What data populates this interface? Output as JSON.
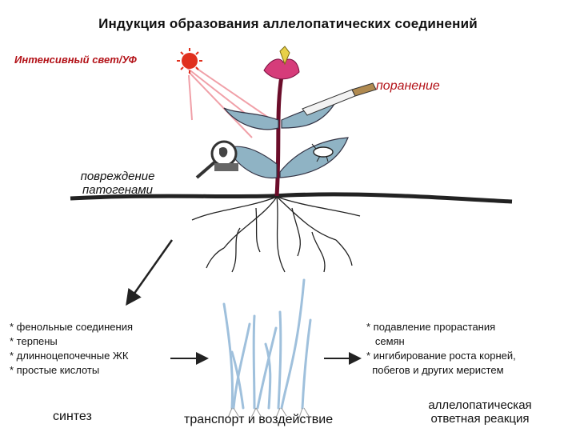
{
  "title": "Индукция образования аллелопатических соединений",
  "labels": {
    "light": "Интенсивный свет/УФ",
    "wound": "поранение",
    "pathogen_line1": "повреждение",
    "pathogen_line2": "патогенами",
    "synthesis": "синтез",
    "transport": "транспорт и воздействие",
    "response_line1": "аллелопатическая",
    "response_line2": "ответная реакция"
  },
  "compounds": [
    "* фенольные  соединения",
    "* терпены",
    "* длинноцепочечные ЖК",
    "* простые кислоты"
  ],
  "effects": [
    "* подавление прорастания",
    "   семян",
    "* ингибирование роста корней,",
    "  побегов и других меристем"
  ],
  "colors": {
    "sun": "#e0301e",
    "light_rays": "#f0a0a8",
    "stem": "#6b0d2a",
    "flower": "#d63c7a",
    "leaf": "#8fb3c4",
    "soil": "#222222",
    "seedling": "#9fc0dc",
    "label_red": "#b31218"
  },
  "icons": [
    "sun-icon",
    "flower-icon",
    "knife-icon",
    "magnifier-icon",
    "insect-icon",
    "seedlings-icon"
  ]
}
